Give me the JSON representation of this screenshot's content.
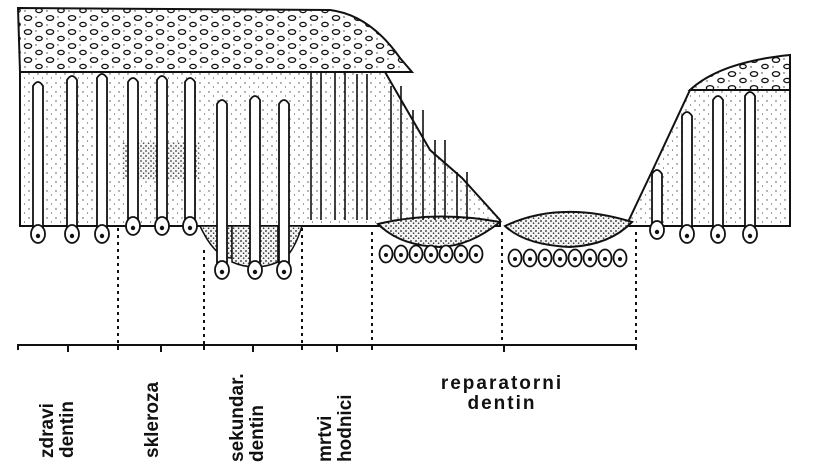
{
  "labels": {
    "healthy": [
      "zdravi",
      "dentin"
    ],
    "sclerosis": [
      "skleroza"
    ],
    "secondary": [
      "sekundar.",
      "dentin"
    ],
    "dead_tracts": [
      "mrtvi",
      "hodnici"
    ],
    "reparative": [
      "reparatorni",
      "dentin"
    ]
  }
}
